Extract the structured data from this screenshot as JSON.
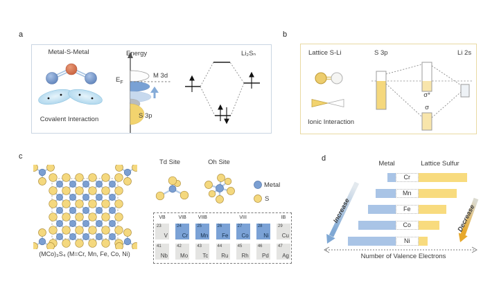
{
  "colors": {
    "metal-blue": "#a9c4e6",
    "sulfur-yellow": "#f8db7e",
    "pt-blue": "#7ba2d6",
    "pt-gray": "#e4e4e2",
    "panel-a-border": "#c9d5e2",
    "panel-b-border": "#e9d9a2"
  },
  "panel_a": {
    "label": "a",
    "title": "Metal-S-Metal",
    "caption": "Covalent Interaction",
    "energy": {
      "axis_label": "Energy",
      "fermi_base": "E",
      "fermi_sub": "F",
      "upper_band": "M 3d",
      "lower_band": "S 3p"
    },
    "mo_title": "Li₂Sₙ"
  },
  "panel_b": {
    "label": "b",
    "title": "Lattice S-Li",
    "caption": "Ionic Interaction",
    "left_level": "S 3p",
    "right_level": "Li 2s",
    "antibonding": "σ*",
    "bonding": "σ"
  },
  "panel_c": {
    "label": "c",
    "formula": "(MCo)₃S₄ (M=Cr, Mn, Fe, Co, Ni)",
    "td_site": "Td Site",
    "oh_site": "Oh Site",
    "legend": {
      "metal": "Metal",
      "sulfur": "S"
    },
    "periodic_table": {
      "group_headers": [
        {
          "label": "VB",
          "col": 0,
          "span": 1
        },
        {
          "label": "VIB",
          "col": 1,
          "span": 1
        },
        {
          "label": "VIIB",
          "col": 2,
          "span": 1
        },
        {
          "label": "VIII",
          "col": 3,
          "span": 3
        },
        {
          "label": "IB",
          "col": 6,
          "span": 1
        }
      ],
      "row1": [
        {
          "z": "23",
          "sym": "V",
          "highlight": false
        },
        {
          "z": "24",
          "sym": "Cr",
          "highlight": true
        },
        {
          "z": "25",
          "sym": "Mn",
          "highlight": true
        },
        {
          "z": "26",
          "sym": "Fe",
          "highlight": true
        },
        {
          "z": "27",
          "sym": "Co",
          "highlight": true
        },
        {
          "z": "28",
          "sym": "Ni",
          "highlight": true
        },
        {
          "z": "29",
          "sym": "Cu",
          "highlight": false
        }
      ],
      "row2": [
        {
          "z": "41",
          "sym": "Nb",
          "highlight": false
        },
        {
          "z": "42",
          "sym": "Mo",
          "highlight": false
        },
        {
          "z": "43",
          "sym": "Tc",
          "highlight": false
        },
        {
          "z": "44",
          "sym": "Ru",
          "highlight": false
        },
        {
          "z": "45",
          "sym": "Rh",
          "highlight": false
        },
        {
          "z": "46",
          "sym": "Pd",
          "highlight": false
        },
        {
          "z": "47",
          "sym": "Ag",
          "highlight": false
        }
      ]
    }
  },
  "panel_d": {
    "label": "d",
    "col_metal": "Metal",
    "col_sulfur": "Lattice Sulfur",
    "rows": [
      {
        "element": "Cr",
        "metal": 12,
        "sulfur": 70
      },
      {
        "element": "Mn",
        "metal": 29,
        "sulfur": 55
      },
      {
        "element": "Fe",
        "metal": 40,
        "sulfur": 40
      },
      {
        "element": "Co",
        "metal": 54,
        "sulfur": 30
      },
      {
        "element": "Ni",
        "metal": 69,
        "sulfur": 13
      }
    ],
    "increase_label": "Increase",
    "decrease_label": "Decrease",
    "x_axis_label": "Number of Valence Electrons"
  },
  "chart_data": {
    "type": "bar",
    "orientation": "horizontal",
    "categories": [
      "Cr",
      "Mn",
      "Fe",
      "Co",
      "Ni"
    ],
    "series": [
      {
        "name": "Metal",
        "values": [
          12,
          29,
          40,
          54,
          69
        ]
      },
      {
        "name": "Lattice Sulfur",
        "values": [
          70,
          55,
          40,
          30,
          13
        ]
      }
    ],
    "units": "relative bar length (qualitative)",
    "xlabel": "Number of Valence Electrons",
    "annotations": [
      "Increase (metal bars, top to bottom)",
      "Decrease (lattice sulfur bars, top to bottom)"
    ]
  }
}
